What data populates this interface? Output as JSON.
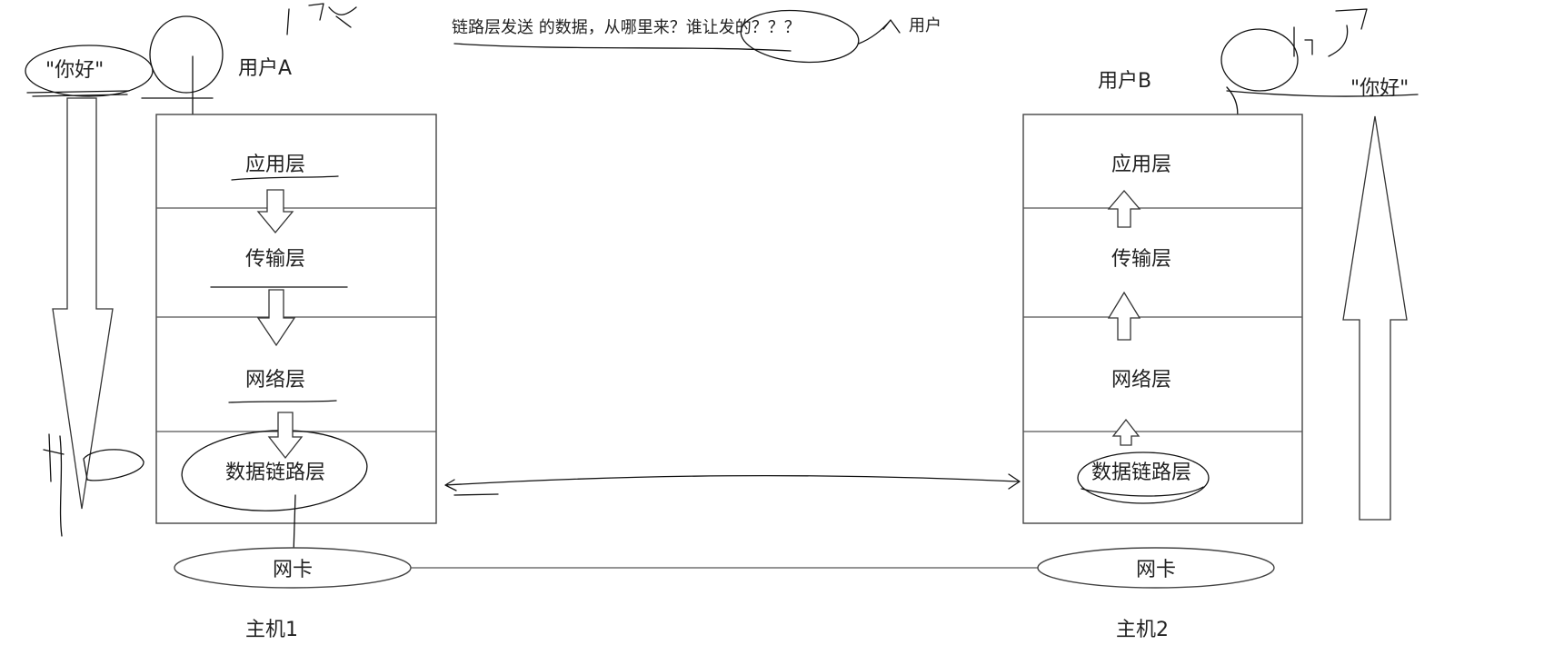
{
  "question": {
    "text": "链路层发送 的数据，从哪里来？谁让发的？？？",
    "answer": "用户"
  },
  "host1": {
    "user_label": "用户A",
    "message": "\"你好\"",
    "layers": [
      "应用层",
      "传输层",
      "网络层",
      "数据链路层"
    ],
    "nic": "网卡",
    "name": "主机1",
    "flow": "down"
  },
  "host2": {
    "user_label": "用户B",
    "message": "\"你好\"",
    "layers": [
      "应用层",
      "传输层",
      "网络层",
      "数据链路层"
    ],
    "nic": "网卡",
    "name": "主机2",
    "flow": "up"
  },
  "colors": {
    "ink": "#111111",
    "box_stroke": "#444444",
    "text": "#222222"
  }
}
